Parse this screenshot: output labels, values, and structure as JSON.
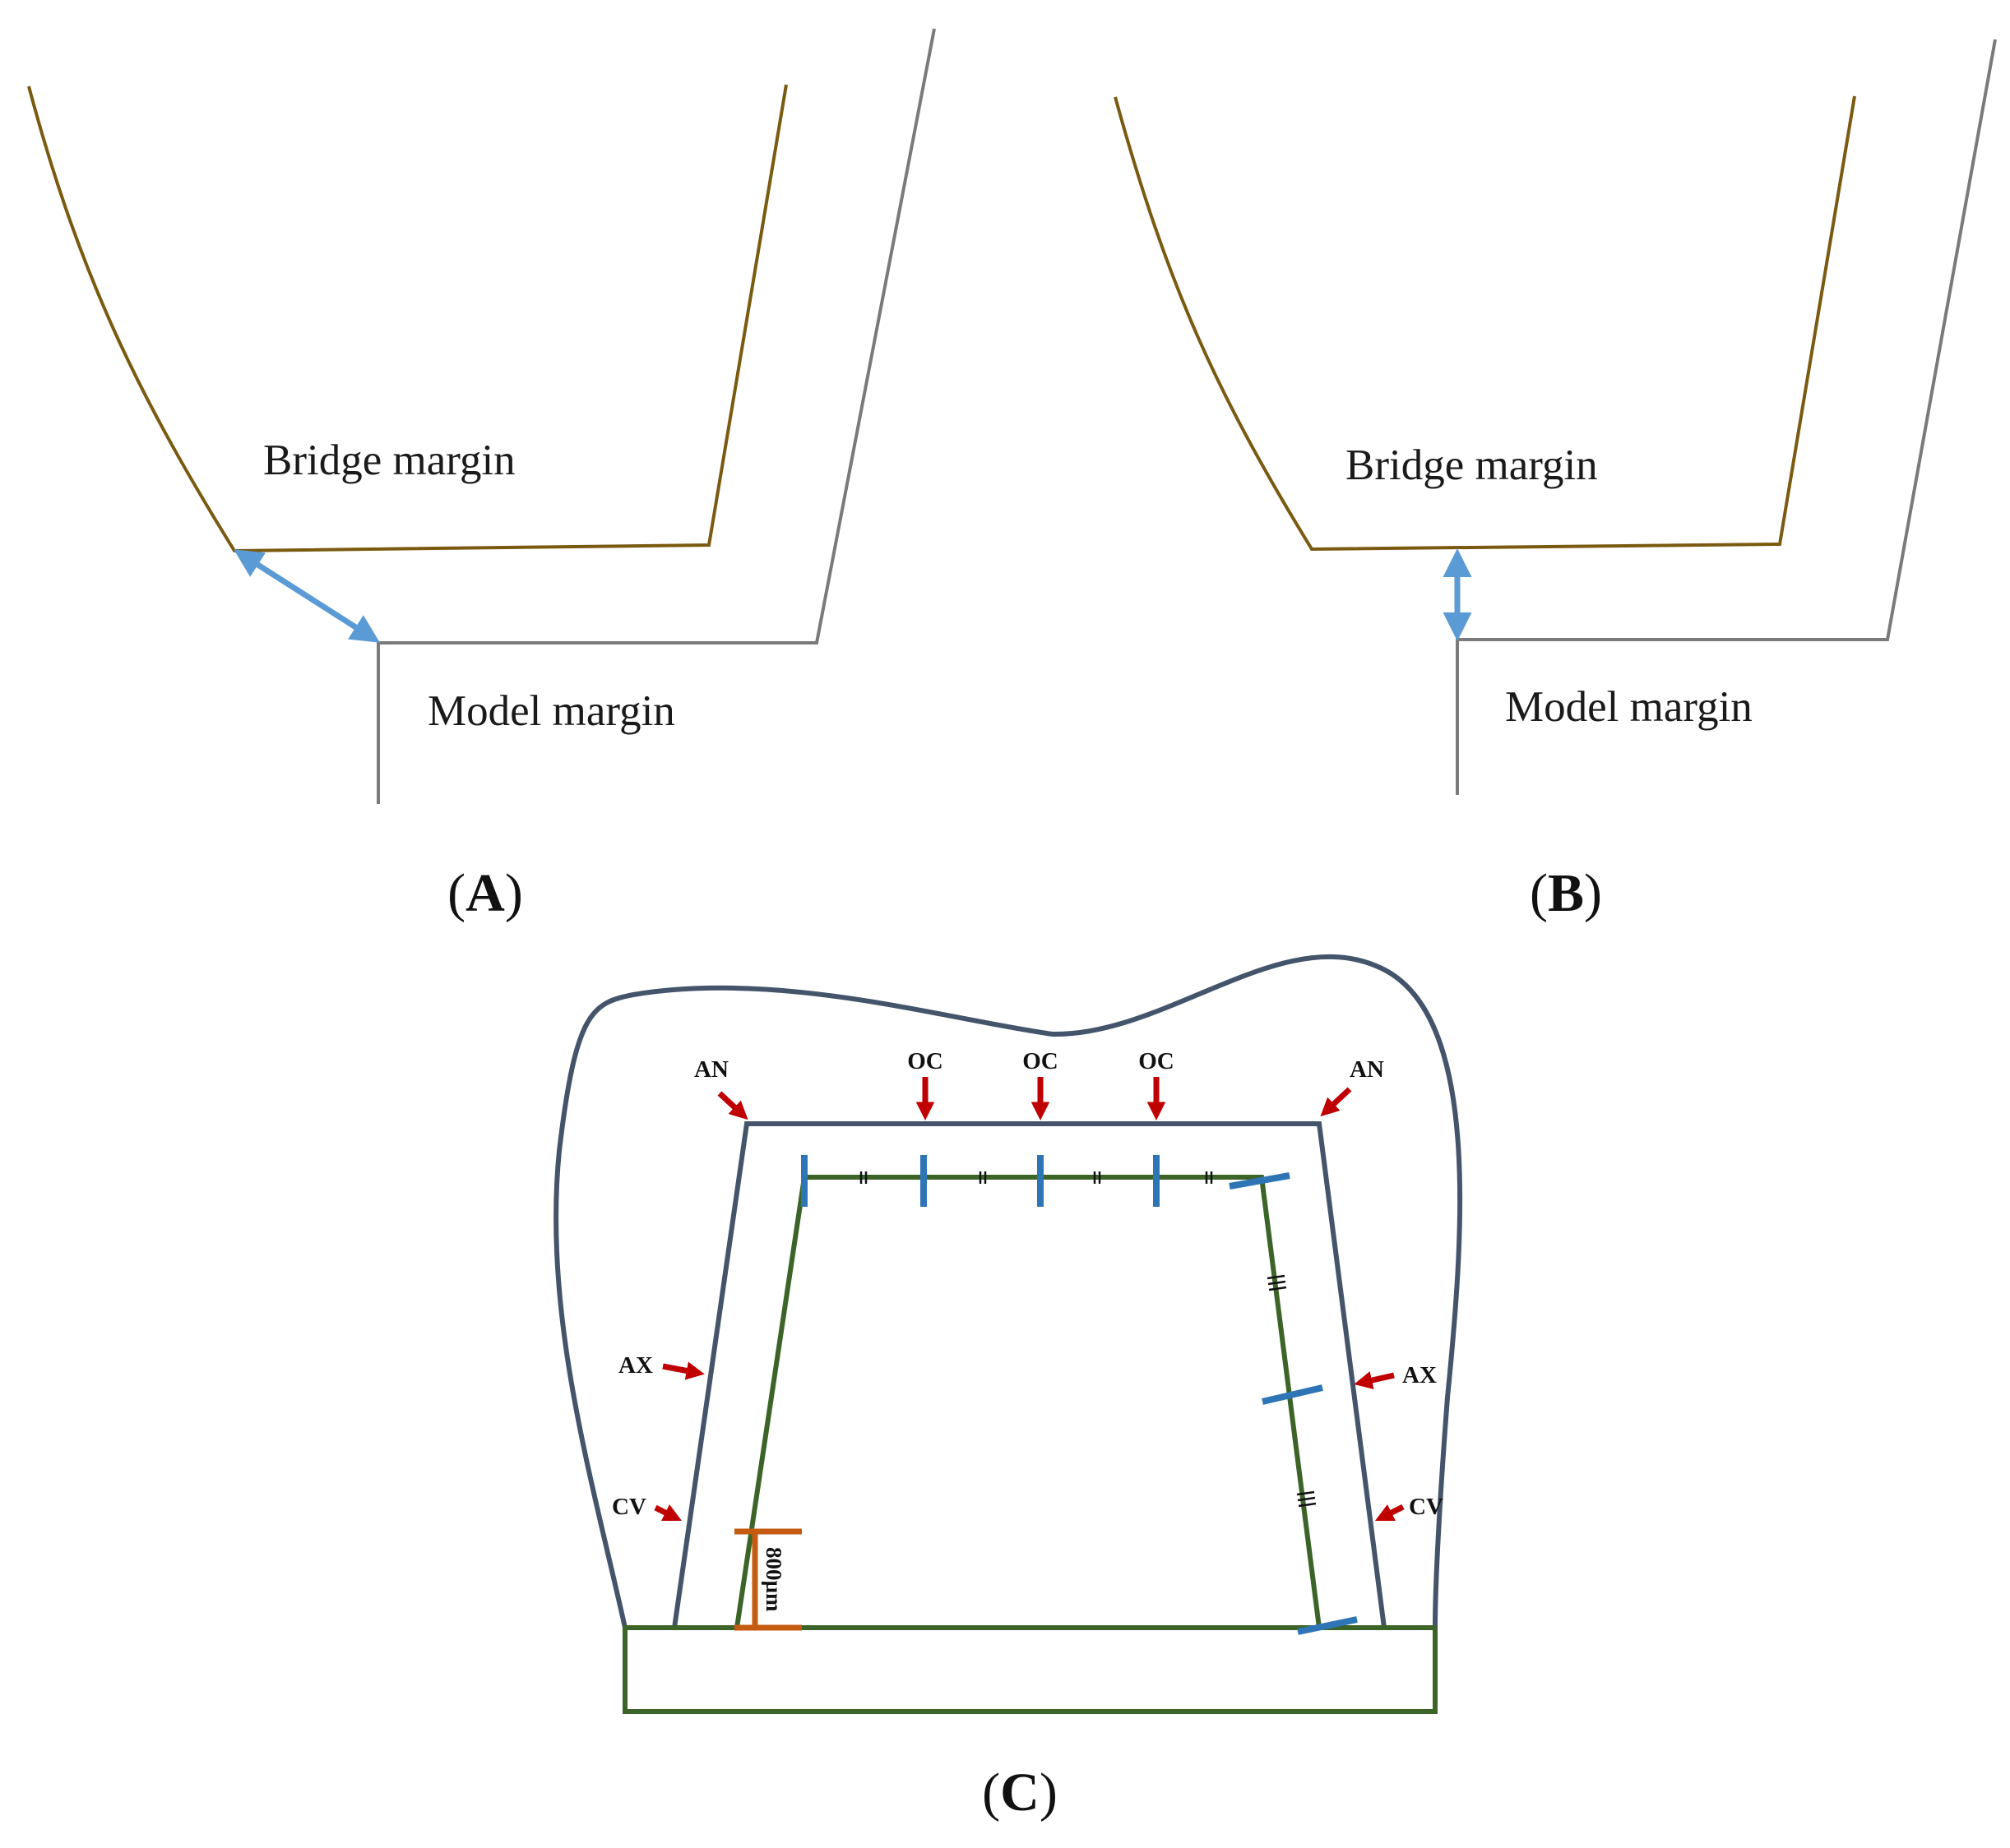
{
  "panel_a": {
    "bridge_label": "Bridge margin",
    "model_label": "Model margin",
    "caption_open": "(",
    "caption_letter": "A",
    "caption_close": ")"
  },
  "panel_b": {
    "bridge_label": "Bridge margin",
    "model_label": "Model margin",
    "caption_open": "(",
    "caption_letter": "B",
    "caption_close": ")"
  },
  "panel_c": {
    "labels": {
      "an_left": "AN",
      "an_right": "AN",
      "oc_1": "OC",
      "oc_2": "OC",
      "oc_3": "OC",
      "ax_left": "AX",
      "ax_right": "AX",
      "cv_left": "CV",
      "cv_right": "CV"
    },
    "measurement": "800µm",
    "caption_open": "(",
    "caption_letter": "C",
    "caption_close": ")"
  },
  "colors": {
    "bridge_line": "#7a5a10",
    "model_line": "#7a7a7a",
    "gap_arrow": "#5b9bd5",
    "crown_outline": "#44546a",
    "die_line": "#3d6428",
    "measure_tick": "#2e75b6",
    "annotation_arrow": "#c00000",
    "bracket": "#c55a11"
  }
}
